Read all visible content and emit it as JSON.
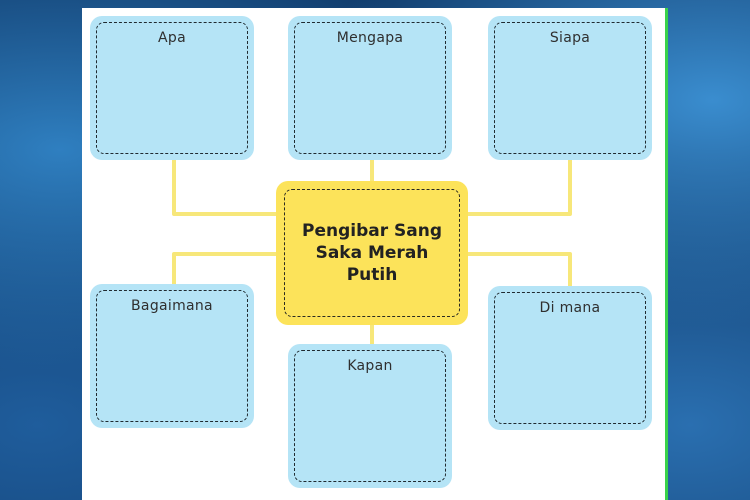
{
  "center_topic": "Pengibar Sang Saka Merah Putih",
  "questions": {
    "apa": "Apa",
    "mengapa": "Mengapa",
    "siapa": "Siapa",
    "bagaimana": "Bagaimana",
    "di_mana": "Di mana",
    "kapan": "Kapan"
  },
  "colors": {
    "question_box": "#b5e4f6",
    "center_box": "#fce35a",
    "connector": "#f7e77a",
    "sheet_border": "#39d24a"
  }
}
